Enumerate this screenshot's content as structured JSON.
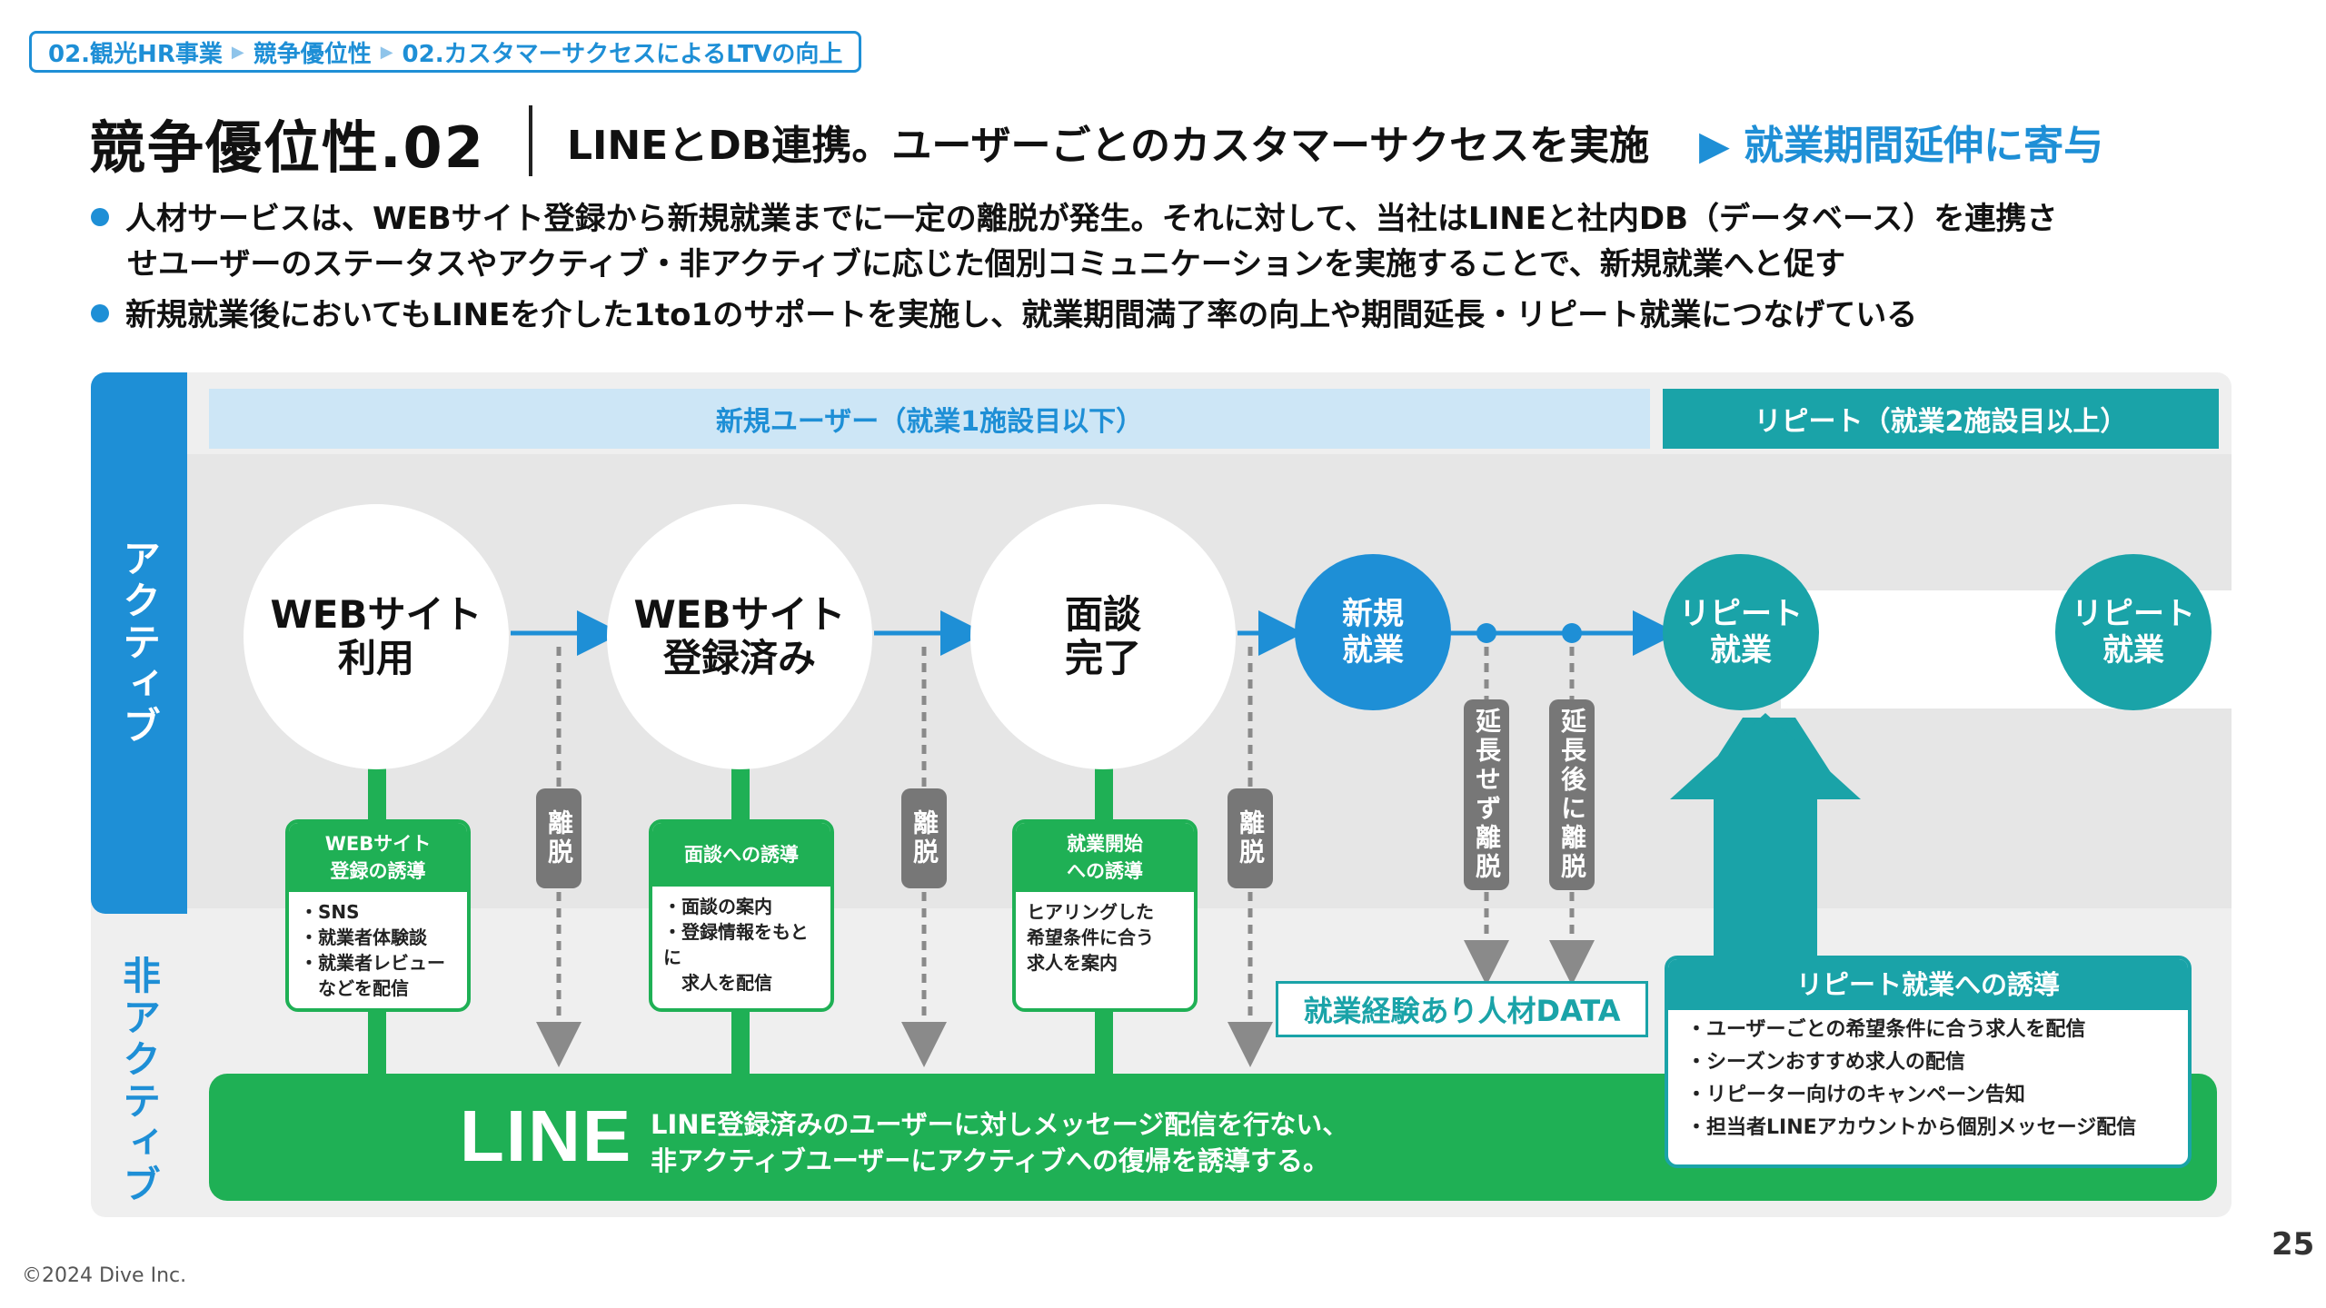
{
  "breadcrumb": {
    "items": [
      "02.観光HR事業",
      "競争優位性",
      "02.カスタマーサクセスによるLTVの向上"
    ]
  },
  "title": {
    "main": "競争優位性.02",
    "sub": "LINEとDB連携。ユーザーごとのカスタマーサクセスを実施",
    "accent": "▶ 就業期間延伸に寄与"
  },
  "bullets": [
    "人材サービスは、WEBサイト登録から新規就業までに一定の離脱が発生。それに対して、当社はLINEと社内DB（データベース）を連携さ",
    "せユーザーのステータスやアクティブ・非アクティブに応じた個別コミュニケーションを実施することで、新規就業へと促す",
    "新規就業後においてもLINEを介した1to1のサポートを実施し、就業期間満了率の向上や期間延長・リピート就業につなげている"
  ],
  "diagram": {
    "side_active": "アクティブ",
    "side_inactive": "非アクティブ",
    "header_new": "新規ユーザー（就業1施設目以下）",
    "header_repeat": "リピート（就業2施設目以上）",
    "stage1": "WEBサイト\n利用",
    "stage2": "WEBサイト\n登録済み",
    "stage3": "面談\n完了",
    "stage4": "新規\n就業",
    "stage5": "リピート\n就業",
    "stage6": "リピート\n就業",
    "drop": "離脱",
    "drop_no_ext": "延長せず離脱",
    "drop_after_ext": "延長後に離脱",
    "box1_head": "WEBサイト\n登録の誘導",
    "box1_body": "・SNS\n・就業者体験談\n・就業者レビュー\n　などを配信",
    "box2_head": "面談への誘導",
    "box2_body": "・面談の案内\n・登録情報をもとに\n　求人を配信",
    "box3_head": "就業開始\nへの誘導",
    "box3_body": "ヒアリングした\n希望条件に合う\n求人を案内",
    "data_box": "就業経験あり人材DATA",
    "line_logo": "LINE",
    "line_desc1": "LINE登録済みのユーザーに対しメッセージ配信を行ない、",
    "line_desc2": "非アクティブユーザーにアクティブへの復帰を誘導する。",
    "repeat_head": "リピート就業への誘導",
    "repeat_items": [
      "・ユーザーごとの希望条件に合う求人を配信",
      "・シーズンおすすめ求人の配信",
      "・リピーター向けのキャンペーン告知",
      "・担当者LINEアカウントから個別メッセージ配信"
    ]
  },
  "footer": {
    "page_number": "25",
    "copyright": "©2024 Dive Inc."
  },
  "colors": {
    "blue": "#1e8fd6",
    "teal": "#1aa3a8",
    "green": "#1fb055",
    "gray": "#777777"
  }
}
